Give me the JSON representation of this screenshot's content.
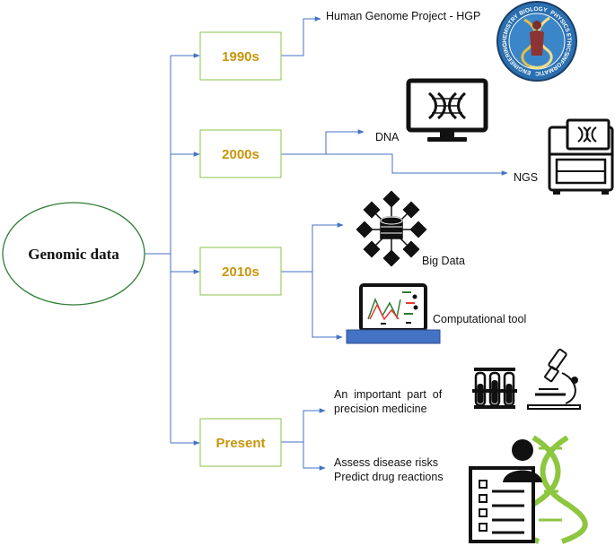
{
  "root": {
    "label": "Genomic data"
  },
  "eras": [
    {
      "id": "1990s",
      "label": "1990s"
    },
    {
      "id": "2000s",
      "label": "2000s"
    },
    {
      "id": "2010s",
      "label": "2010s"
    },
    {
      "id": "present",
      "label": "Present"
    }
  ],
  "leaves": {
    "hgp": "Human Genome Project - HGP",
    "dna": "DNA",
    "ngs": "NGS",
    "big_data": "Big Data",
    "computational_tool": "Computational tool",
    "precision_line1": "An  important  part  of",
    "precision_line2": "precision medicine",
    "risk_line1": "Assess disease risks",
    "risk_line2": "Predict drug reactions"
  },
  "logo": {
    "ring_words": [
      "CHEMISTRY",
      "BIOLOGY",
      "PHYSICS",
      "ETHICS",
      "INFORMATICS",
      "ENGINEERING"
    ]
  },
  "colors": {
    "connector": "#4472C4",
    "root_border": "#2E7D32",
    "era_border": "#8BC34A",
    "era_text": "#C8960C",
    "dna_green": "#8DC63F",
    "laptop_base": "#4472C4"
  },
  "icons": [
    "hgp-logo-icon",
    "monitor-dna-icon",
    "sequencer-icon",
    "big-data-network-icon",
    "laptop-chart-icon",
    "test-tubes-icon",
    "microscope-icon",
    "patient-record-dna-icon"
  ]
}
